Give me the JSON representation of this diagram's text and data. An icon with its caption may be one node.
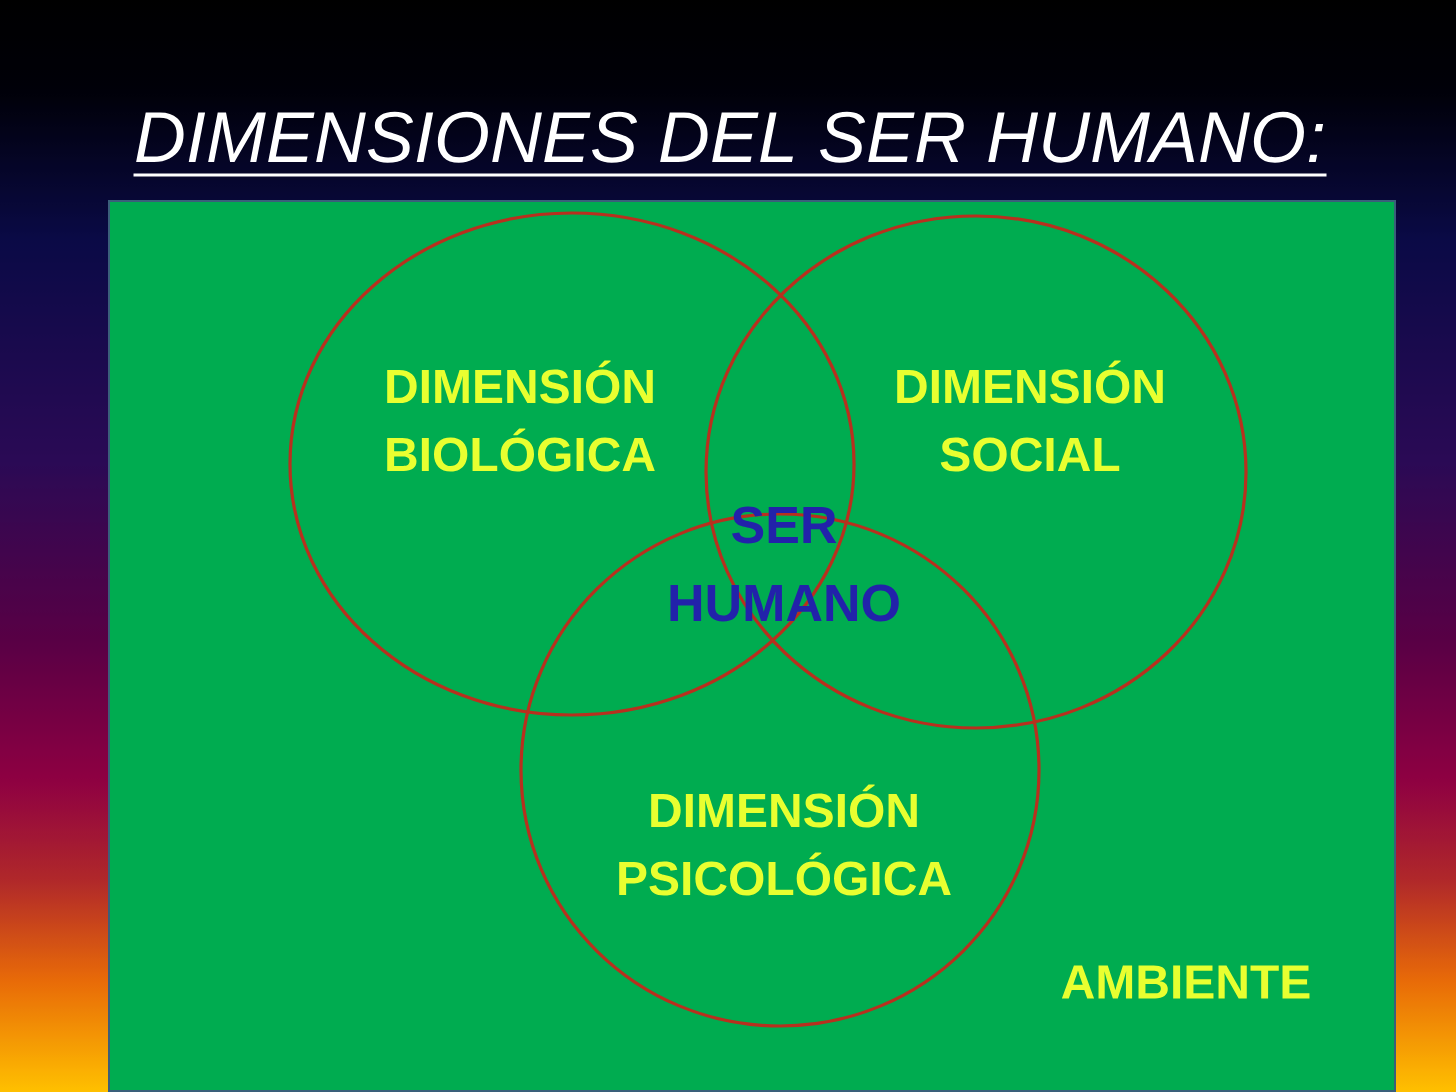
{
  "diagram": {
    "title": "DIMENSIONES DEL SER HUMANO:",
    "nodes": [
      {
        "text": [
          "AMBIENTE"
        ]
      },
      {
        "text": [
          "DIMENSIÓN BIOLÓGICA"
        ],
        "in": 0
      },
      {
        "text": [
          "DIMENSIÓN SOCIAL"
        ],
        "in": 0
      },
      {
        "text": [
          "DIMENSIÓN PSICOLÓGICA"
        ],
        "in": 0
      }
    ],
    "labels": [
      "SER HUMANO"
    ]
  }
}
